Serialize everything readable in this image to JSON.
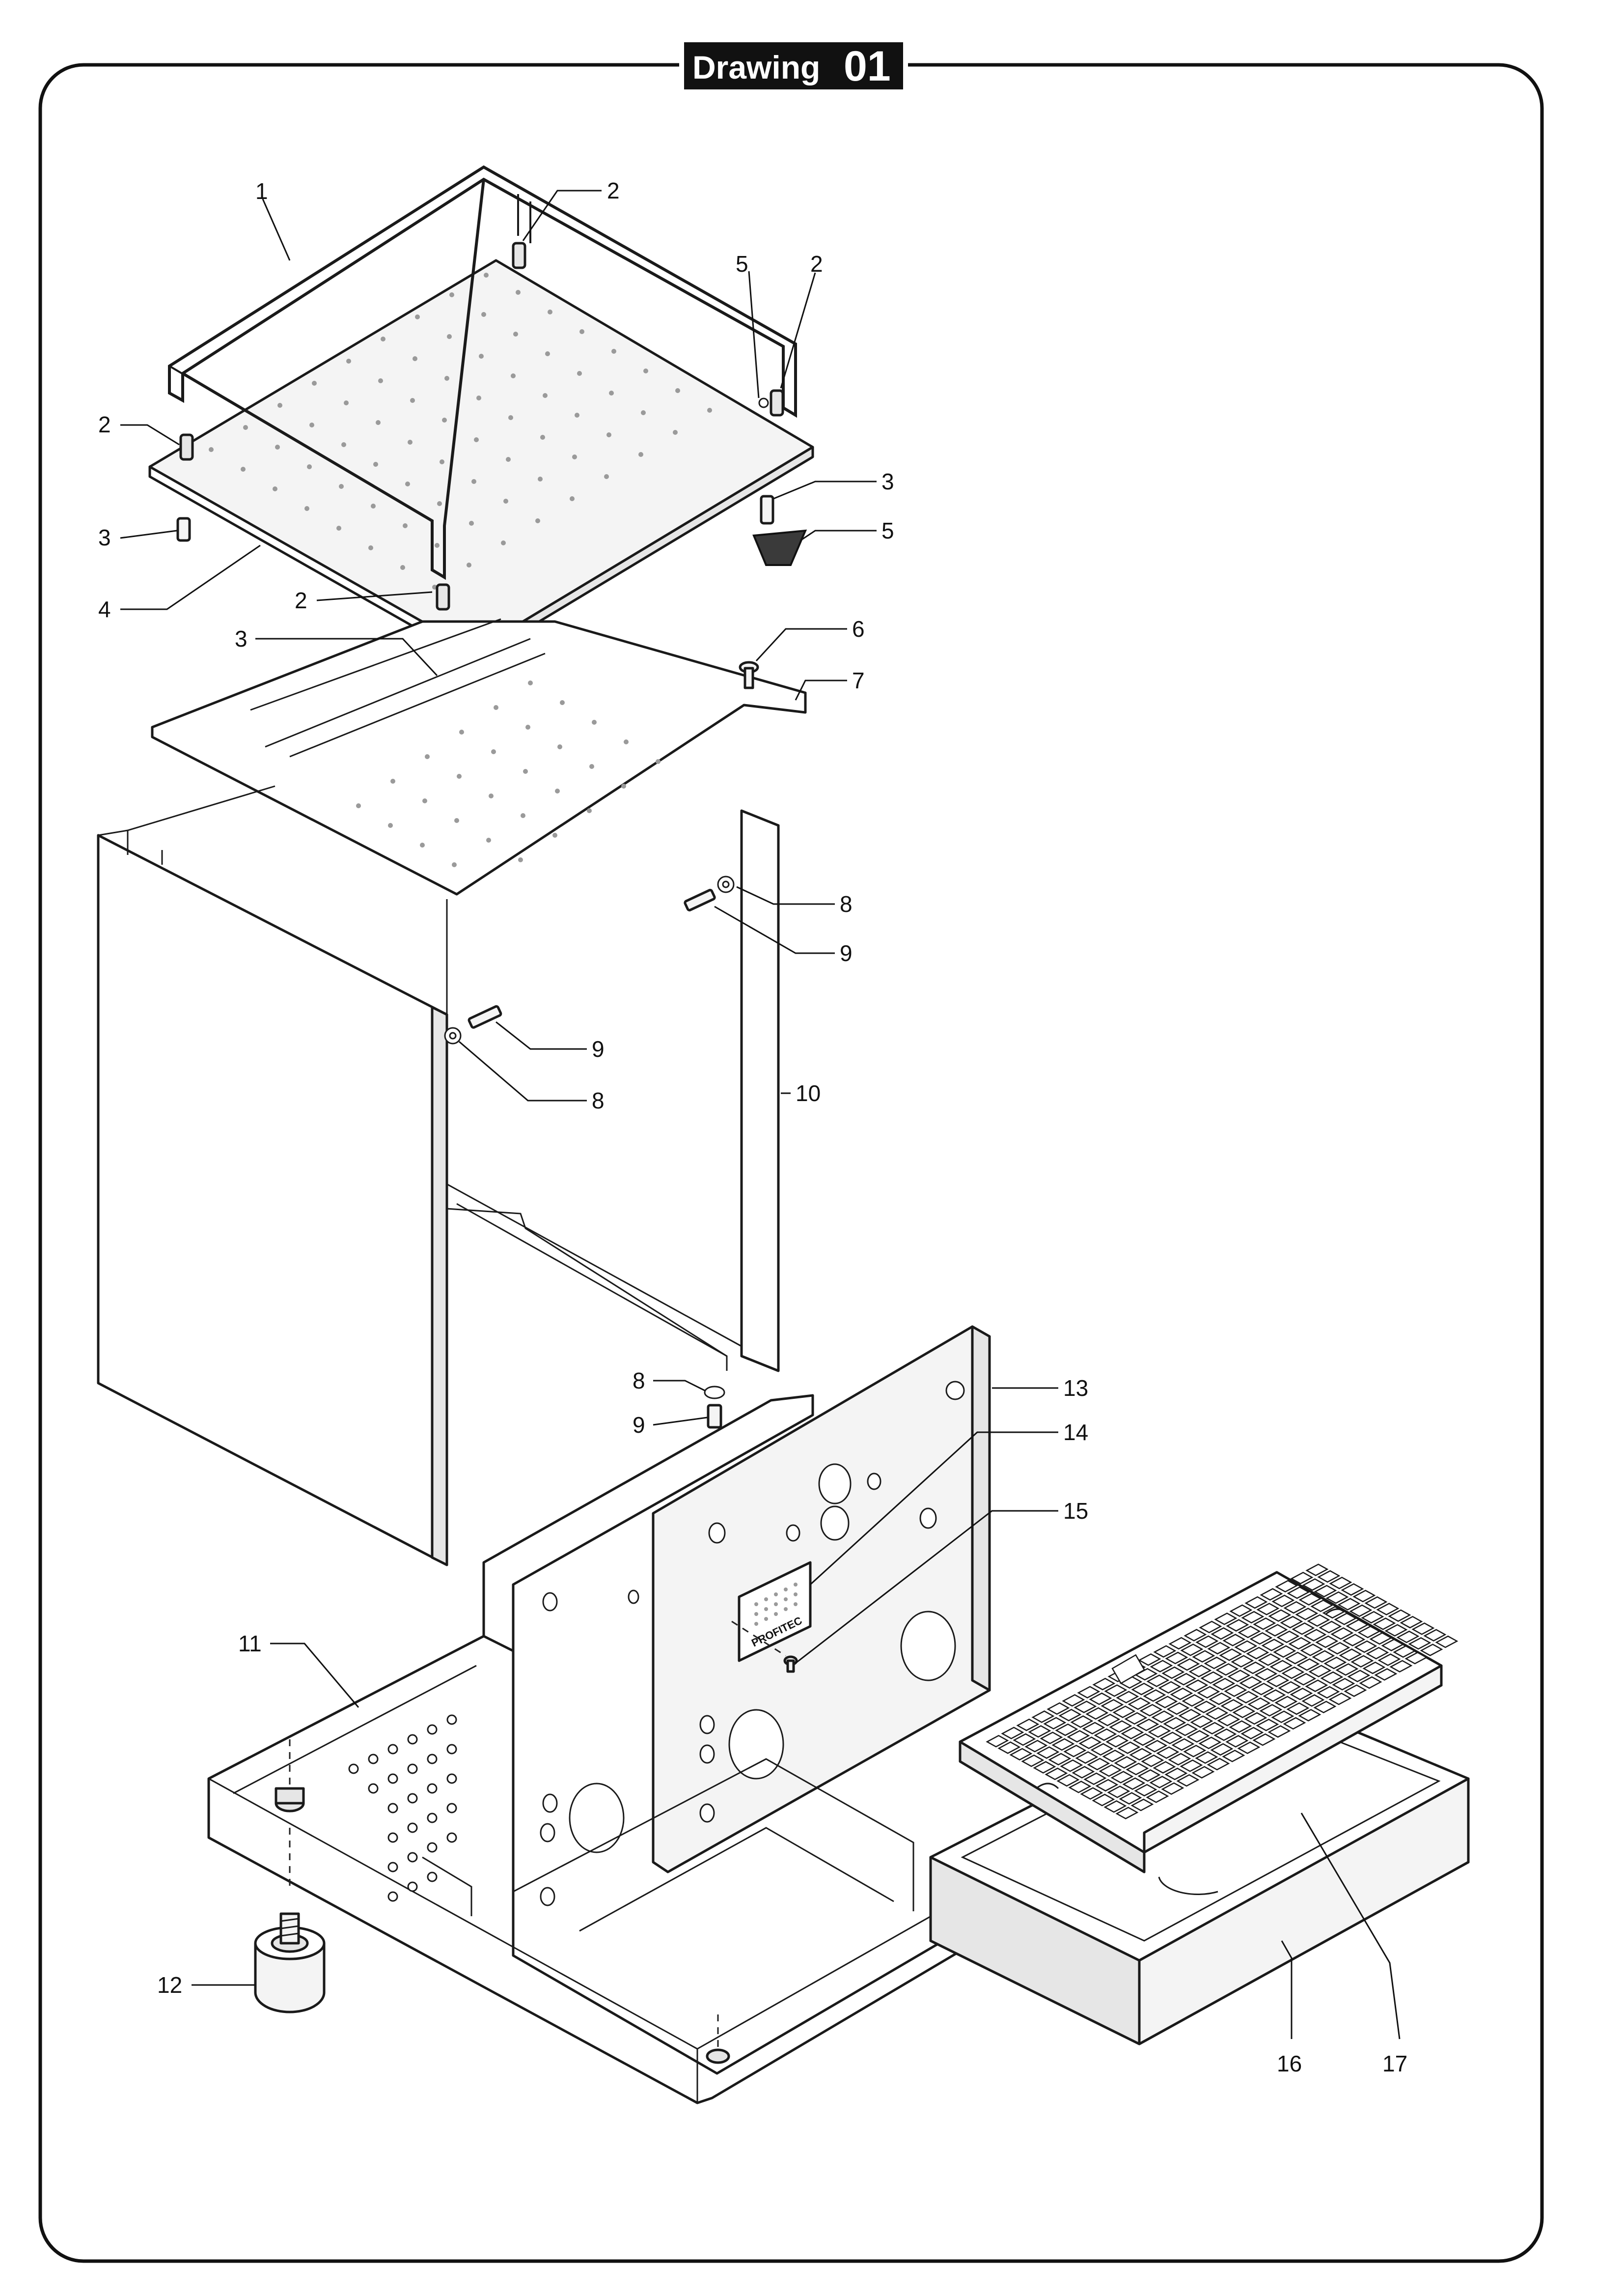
{
  "title": {
    "word": "Drawing",
    "number": "01"
  },
  "logo": {
    "text": "PROFITEC"
  },
  "callouts": [
    {
      "id": "c1",
      "label": "1",
      "part": "cup-rail"
    },
    {
      "id": "c2a",
      "label": "2",
      "part": "rail-post"
    },
    {
      "id": "c2b",
      "label": "2",
      "part": "rail-post"
    },
    {
      "id": "c2c",
      "label": "2",
      "part": "rail-post"
    },
    {
      "id": "c2d",
      "label": "2",
      "part": "rail-post"
    },
    {
      "id": "c3a",
      "label": "3",
      "part": "screw"
    },
    {
      "id": "c3b",
      "label": "3",
      "part": "screw"
    },
    {
      "id": "c3c",
      "label": "3",
      "part": "screw"
    },
    {
      "id": "c4",
      "label": "4",
      "part": "cup-tray"
    },
    {
      "id": "c5a",
      "label": "5",
      "part": "foot-pad"
    },
    {
      "id": "c5b",
      "label": "5",
      "part": "foot-pad"
    },
    {
      "id": "c6",
      "label": "6",
      "part": "screw"
    },
    {
      "id": "c7",
      "label": "7",
      "part": "top-grill"
    },
    {
      "id": "c8a",
      "label": "8",
      "part": "washer"
    },
    {
      "id": "c8b",
      "label": "8",
      "part": "washer"
    },
    {
      "id": "c8c",
      "label": "8",
      "part": "washer"
    },
    {
      "id": "c9a",
      "label": "9",
      "part": "screw"
    },
    {
      "id": "c9b",
      "label": "9",
      "part": "screw"
    },
    {
      "id": "c9c",
      "label": "9",
      "part": "screw"
    },
    {
      "id": "c10",
      "label": "10",
      "part": "housing"
    },
    {
      "id": "c11",
      "label": "11",
      "part": "base-frame"
    },
    {
      "id": "c12",
      "label": "12",
      "part": "foot"
    },
    {
      "id": "c13",
      "label": "13",
      "part": "front-panel"
    },
    {
      "id": "c14",
      "label": "14",
      "part": "logo-plate"
    },
    {
      "id": "c15",
      "label": "15",
      "part": "screw"
    },
    {
      "id": "c16",
      "label": "16",
      "part": "drip-tray"
    },
    {
      "id": "c17",
      "label": "17",
      "part": "drip-grid"
    }
  ],
  "colors": {
    "line": "#1a1a1a",
    "title_bg": "#111111",
    "paper": "#ffffff"
  }
}
